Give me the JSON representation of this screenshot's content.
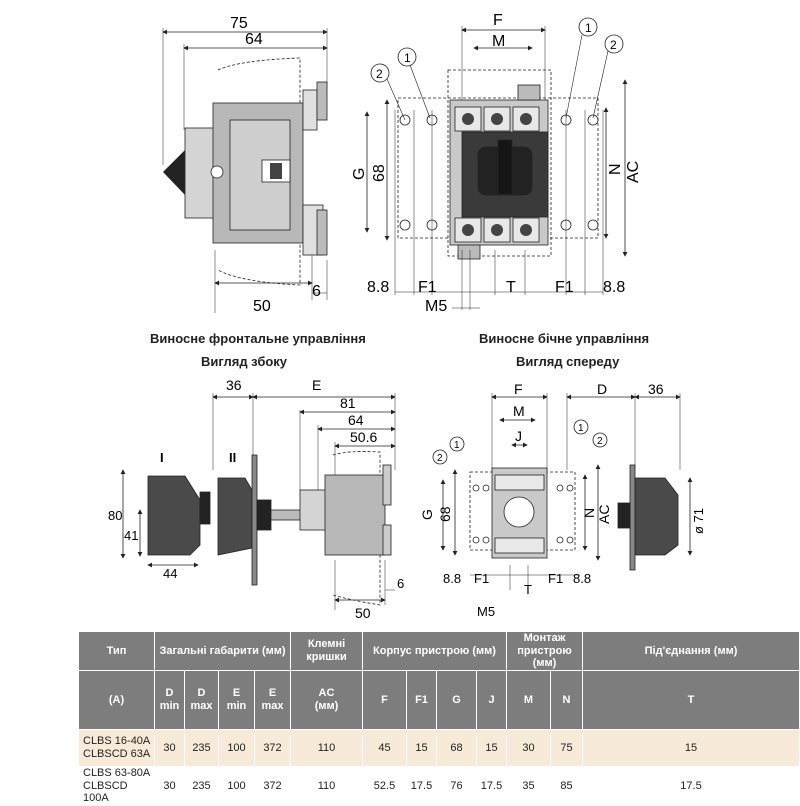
{
  "captions": {
    "front_control": "Виносне фронтальне управління",
    "side_view": "Вигляд збоку",
    "side_control": "Виносне бічне управління",
    "front_view": "Вигляд спереду"
  },
  "dims_top_left": {
    "d75": "75",
    "d64": "64",
    "d50": "50",
    "d6": "6"
  },
  "dims_top_right": {
    "F": "F",
    "M": "M",
    "G": "G",
    "d68": "68",
    "N": "N",
    "AC": "AC",
    "d88_left": "8.8",
    "F1_left": "F1",
    "M5": "M5",
    "T": "T",
    "F1_right": "F1",
    "d88_right": "8.8",
    "c1": "1",
    "c2": "2"
  },
  "dims_bottom_left": {
    "I": "I",
    "II": "II",
    "d36": "36",
    "E": "E",
    "d81": "81",
    "d64": "64",
    "d506": "50.6",
    "d80": "80",
    "d41": "41",
    "d44": "44",
    "d50": "50",
    "d6": "6"
  },
  "dims_bottom_right": {
    "F": "F",
    "D": "D",
    "d36": "36",
    "M": "M",
    "J": "J",
    "G": "G",
    "d68": "68",
    "N": "N",
    "AC": "AC",
    "phi71": "ø 71",
    "d88_left": "8.8",
    "F1_left": "F1",
    "T": "T",
    "F1_right": "F1",
    "d88_right": "8.8",
    "M5": "M5",
    "c1": "1",
    "c2": "2"
  },
  "table": {
    "h_type": "Тип",
    "h_type_unit": "(A)",
    "h_overall": "Загальні габарити (мм)",
    "h_covers": "Клемні кришки",
    "h_covers_ac": "AC",
    "h_covers_unit": "(мм)",
    "h_body": "Корпус пристрою (мм)",
    "h_mount": "Монтаж пристрою (мм)",
    "h_conn": "Під'єднання (мм)",
    "sub_d_min_a": "D",
    "sub_d_min_b": "min",
    "sub_d_max_a": "D",
    "sub_d_max_b": "max",
    "sub_e_min_a": "E",
    "sub_e_min_b": "min",
    "sub_e_max_a": "E",
    "sub_e_max_b": "max",
    "sub_f": "F",
    "sub_f1": "F1",
    "sub_g": "G",
    "sub_j": "J",
    "sub_m": "M",
    "sub_n": "N",
    "sub_t": "T",
    "rows": [
      {
        "type_a": "CLBS 16-40A",
        "type_b": "CLBSCD 63A",
        "d_min": "30",
        "d_max": "235",
        "e_min": "100",
        "e_max": "372",
        "ac": "110",
        "f": "45",
        "f1": "15",
        "g": "68",
        "j": "15",
        "m": "30",
        "n": "75",
        "t": "15"
      },
      {
        "type_a": "CLBS 63-80A",
        "type_b": "CLBSCD 100A",
        "d_min": "30",
        "d_max": "235",
        "e_min": "100",
        "e_max": "372",
        "ac": "110",
        "f": "52.5",
        "f1": "17.5",
        "g": "76",
        "j": "17.5",
        "m": "35",
        "n": "85",
        "t": "17.5"
      }
    ]
  }
}
